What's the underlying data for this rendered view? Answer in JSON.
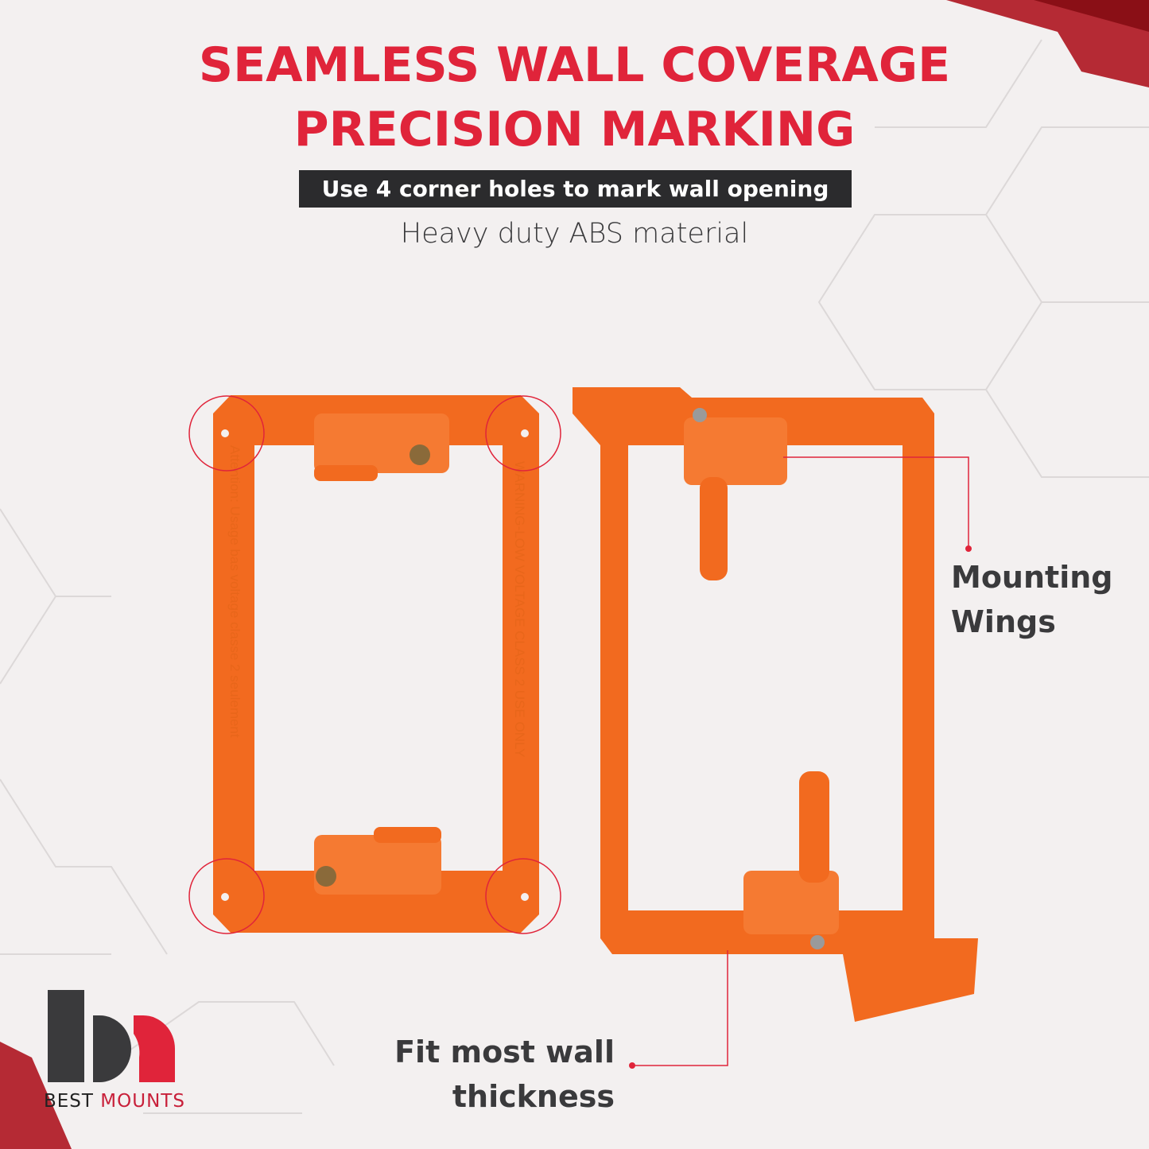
{
  "headline": {
    "line1": "SEAMLESS WALL COVERAGE",
    "line2": "PRECISION MARKING"
  },
  "banner": "Use 4 corner holes to mark wall opening",
  "subtitle": "Heavy duty ABS material",
  "callouts": {
    "mounting_wings": [
      "Mounting",
      "Wings"
    ],
    "wall_thickness": [
      "Fit most wall",
      "thickness"
    ]
  },
  "product_molded_text": {
    "right_side": "WARNING-LOW VOLTAGE CLASS 2 USE ONLY",
    "left_side": "Attention: Usage bas voltage classe 2 seulement"
  },
  "brand": {
    "word1": "BEST",
    "word2": "MOUNTS"
  },
  "colors": {
    "accent_red": "#e0243a",
    "dark": "#2b2b2d",
    "product_orange": "#f26a1f",
    "background": "#f3f0f0"
  }
}
